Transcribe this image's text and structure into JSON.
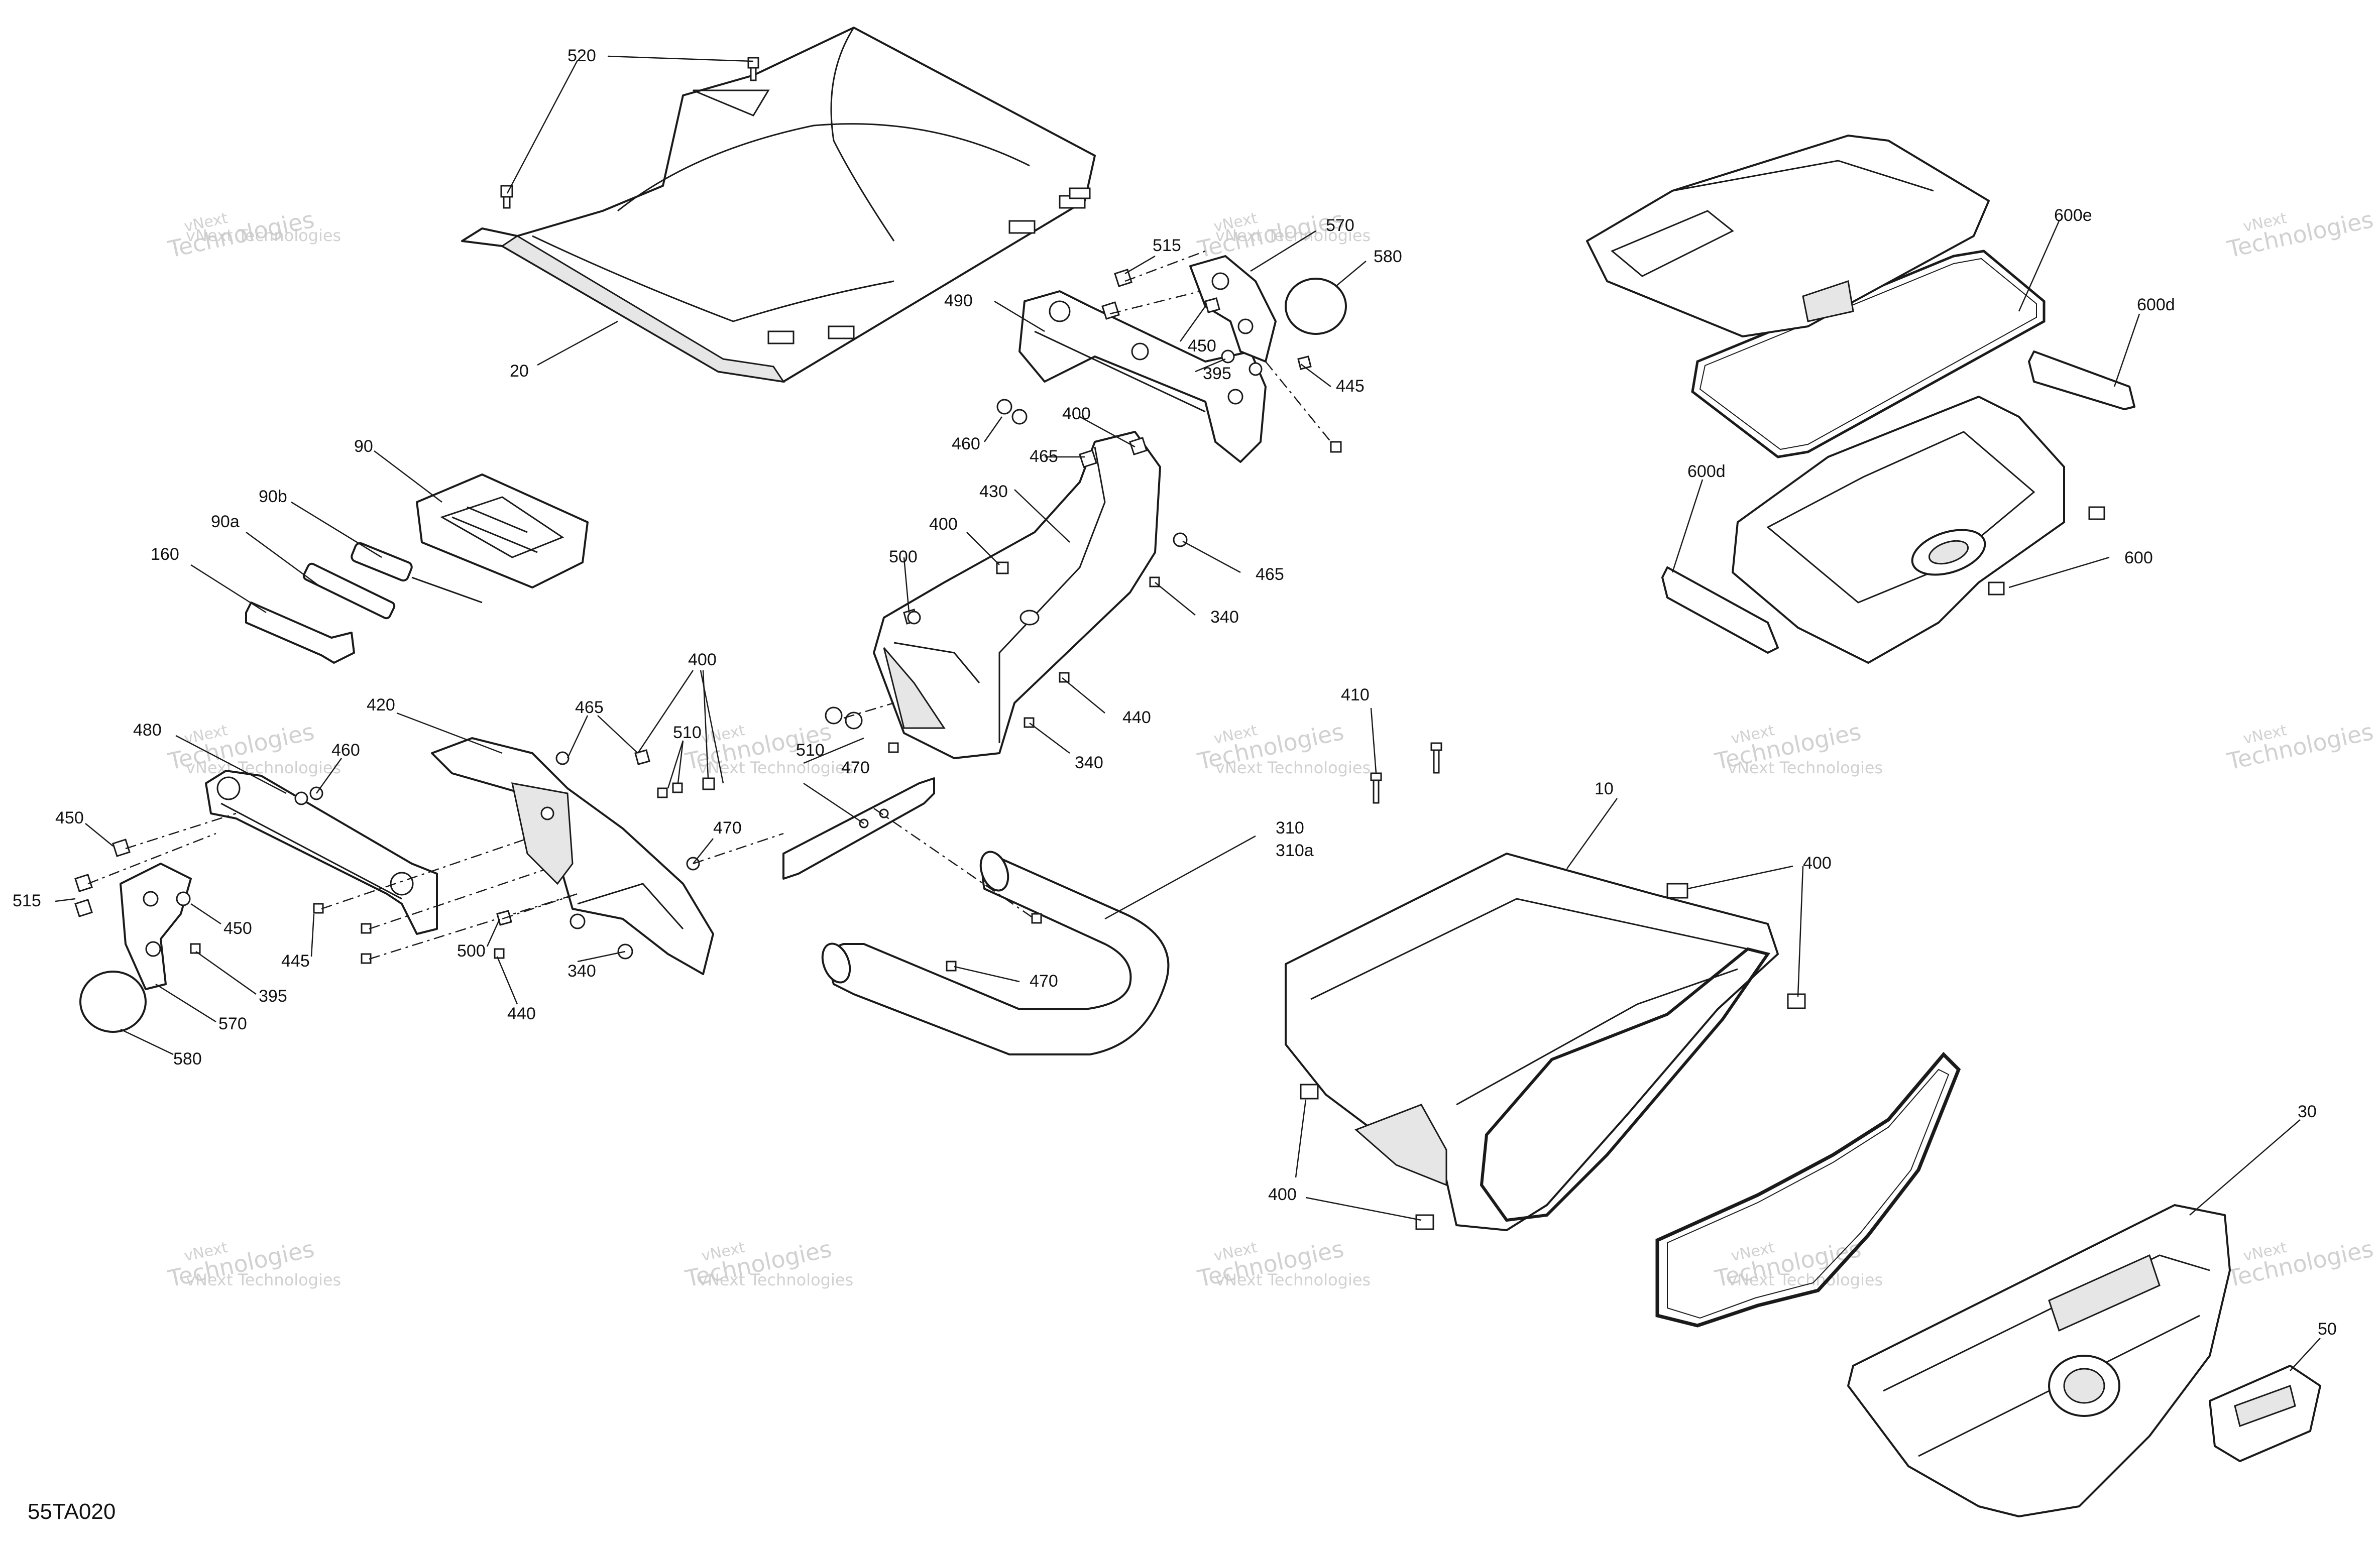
{
  "diagram": {
    "code": "55TA020",
    "watermark_line1": "vNext",
    "watermark_line2": "Technologies",
    "watermark_text": "vNext Technologies"
  },
  "callouts": {
    "c520": "520",
    "c20": "20",
    "c515a": "515",
    "c570a": "570",
    "c580a": "580",
    "c490": "490",
    "c450a": "450",
    "c395a": "395",
    "c445a": "445",
    "c460a": "460",
    "c400a": "400",
    "c465a": "465",
    "c430": "430",
    "c400b": "400",
    "c465b": "465",
    "c500a": "500",
    "c340a": "340",
    "c440a": "440",
    "c340b": "340",
    "c90": "90",
    "c90b": "90b",
    "c90a": "90a",
    "c160": "160",
    "c400c": "400",
    "c480": "480",
    "c460b": "460",
    "c420": "420",
    "c465c": "465",
    "c510a": "510",
    "c510b": "510",
    "c470a": "470",
    "c470b": "470",
    "c450b": "450",
    "c515b": "515",
    "c450c": "450",
    "c445b": "445",
    "c395b": "395",
    "c570b": "570",
    "c580b": "580",
    "c500b": "500",
    "c440b": "440",
    "c340c": "340",
    "c470c": "470",
    "c410": "410",
    "c310": "310",
    "c310a": "310a",
    "c10": "10",
    "c400d": "400",
    "c400e": "400",
    "c600e": "600e",
    "c600d1": "600d",
    "c600d2": "600d",
    "c600": "600",
    "c30": "30",
    "c50": "50"
  }
}
